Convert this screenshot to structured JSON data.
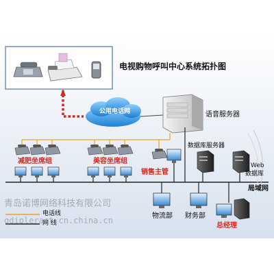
{
  "diagram": {
    "title": "电视购物呼叫中心系统拓扑图",
    "pstn_cloud": "公用电话网",
    "voice_server": "语音服务器",
    "db_server": "数据库服务器",
    "web_db_line1": "Web",
    "web_db_line2": "数据库",
    "lan": "局域网",
    "group_diet": "减肥坐席组",
    "group_beauty": "美容坐席组",
    "sales_manager": "销售主管",
    "logistics": "物流部",
    "finance": "财务部",
    "gm": "总经理",
    "legend_phone": "电话线",
    "legend_net": "网  线"
  },
  "watermark": {
    "company": "青岛诺博网络科技有限公司",
    "site": "qdipleract.cn.china.cn"
  },
  "colors": {
    "accent_red": "#d42a1e",
    "cloud_blue": "#1e88d8",
    "phone_line": "#f0a020",
    "network_line": "#222222",
    "frame_blue": "#6f8fbf"
  }
}
